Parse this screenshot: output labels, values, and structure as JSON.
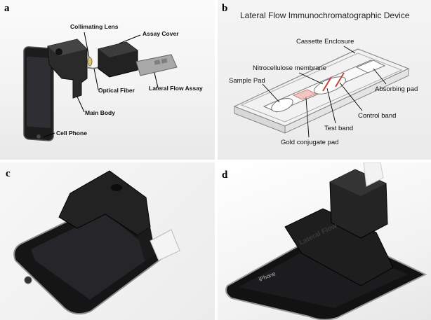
{
  "panels": {
    "a": {
      "label": "a",
      "callouts": {
        "collimating_lens": "Collimating Lens",
        "assay_cover": "Assay Cover",
        "optical_fiber": "Optical Fiber",
        "lateral_flow_assay": "Lateral Flow Assay",
        "main_body": "Main Body",
        "cell_phone": "Cell Phone"
      }
    },
    "b": {
      "label": "b",
      "title": "Lateral Flow Immunochromatographic Device",
      "callouts": {
        "cassette_enclosure": "Cassette Enclosure",
        "nitrocellulose_membrane": "Nitrocellulose membrane",
        "sample_pad": "Sample Pad",
        "absorbing_pad": "Absorbing pad",
        "control_band": "Control band",
        "test_band": "Test band",
        "gold_conjugate_pad": "Gold conjugate pad"
      }
    },
    "c": {
      "label": "c"
    },
    "d": {
      "label": "d",
      "engraving": "Lateral Flow"
    }
  }
}
